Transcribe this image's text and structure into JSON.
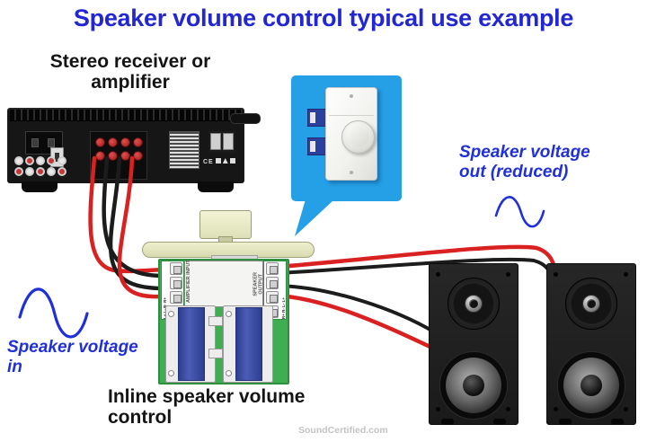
{
  "title": "Speaker volume control typical use example",
  "labels": {
    "receiver": {
      "line1": "Stereo receiver or",
      "line2": "amplifier"
    },
    "voltage_out": {
      "line1": "Speaker voltage",
      "line2": "out (reduced)"
    },
    "voltage_in": {
      "line1": "Speaker voltage",
      "line2": "in"
    },
    "inline_control": {
      "line1": "Inline speaker volume",
      "line2": "control"
    },
    "watermark": "SoundCertified.com"
  },
  "receiver": {
    "ce_mark": "CE"
  },
  "volume_control": {
    "input_label": "AMPLIFIER INPUT",
    "output_label": "SPEAKER OUTPUT",
    "input_terminals": "L+ L- R- R+",
    "output_terminals": "R+ R- L- L+"
  },
  "colors": {
    "title_blue": "#2326d3",
    "label_blue": "#2030d8",
    "bubble_cyan": "#259fe6",
    "pcb_green": "#3fae52",
    "transformer_blue": "#3b4ea6",
    "wire_red": "#d92121",
    "wire_black": "#1c1c1c",
    "knob_beige": "#e9ebc8"
  }
}
